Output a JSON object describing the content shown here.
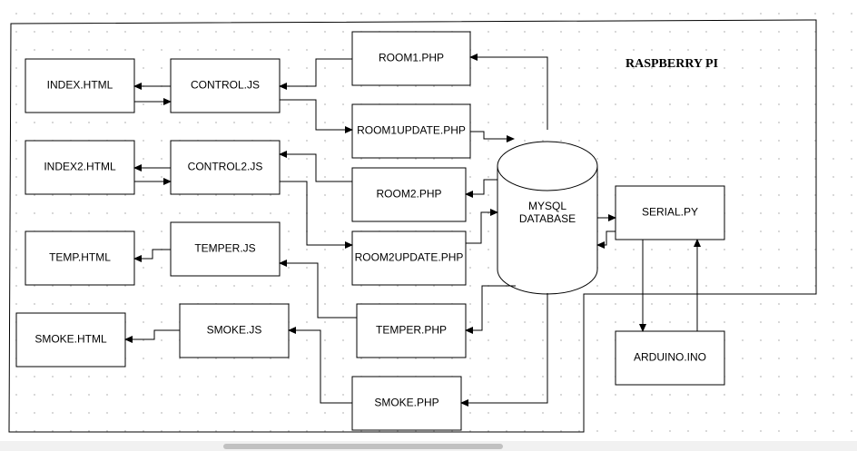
{
  "diagram": {
    "title": "RASPBERRY PI",
    "nodes": {
      "index_html": "INDEX.HTML",
      "control_js": "CONTROL.JS",
      "room1_php": "ROOM1.PHP",
      "room1update_php": "ROOM1UPDATE.PHP",
      "index2_html": "INDEX2.HTML",
      "control2_js": "CONTROL2.JS",
      "room2_php": "ROOM2.PHP",
      "temp_html": "TEMP.HTML",
      "temper_js": "TEMPER.JS",
      "room2update_php": "ROOM2UPDATE.PHP",
      "smoke_html": "SMOKE.HTML",
      "smoke_js": "SMOKE.JS",
      "temper_php": "TEMPER.PHP",
      "smoke_php": "SMOKE.PHP",
      "serial_py": "SERIAL.PY",
      "arduino_ino": "ARDUINO.INO"
    },
    "database": {
      "line1": "MYSQL",
      "line2": "DATABASE"
    }
  }
}
